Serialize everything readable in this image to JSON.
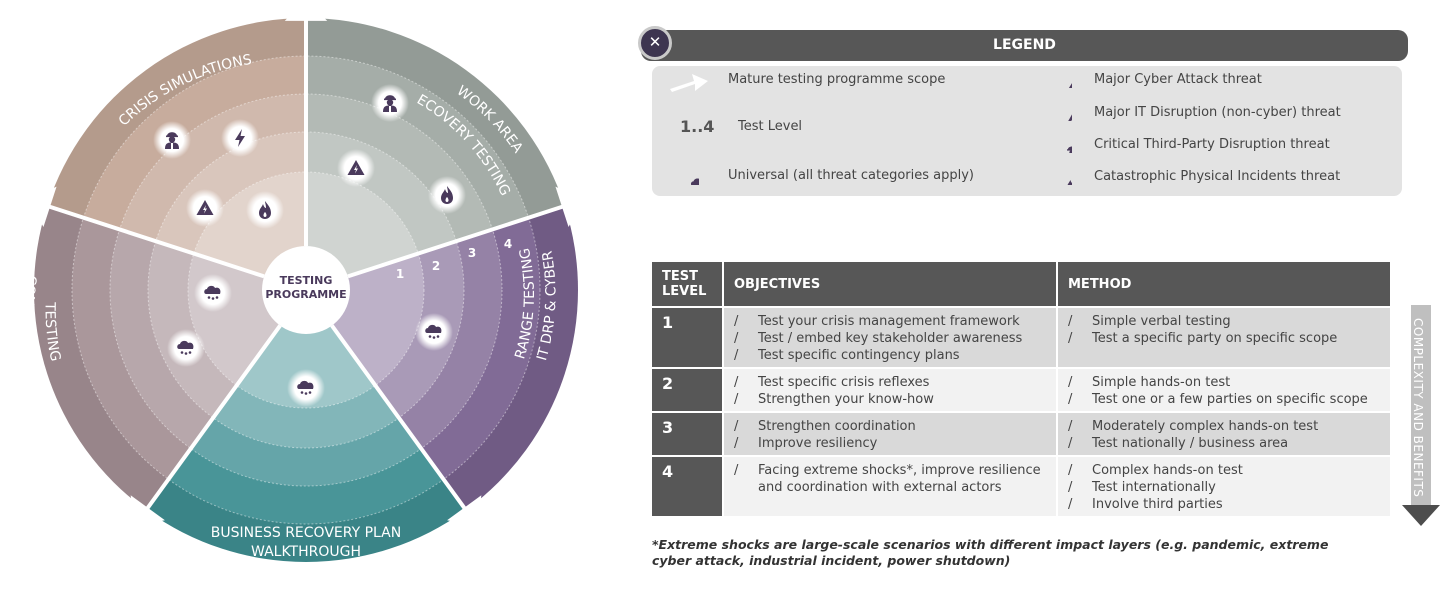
{
  "wheel": {
    "center": [
      "TESTING",
      "PROGRAMME"
    ],
    "segments": {
      "crisis": "CRISIS SIMULATIONS",
      "work_area": [
        "WORK AREA",
        "RECOVERY TESTING"
      ],
      "it_drp": [
        "IT DRP & CYBER",
        "RANGE TESTING"
      ],
      "business": [
        "BUSINESS RECOVERY PLAN",
        "WALKTHROUGH"
      ],
      "comms": [
        "COMMS CASCADE",
        "TESTING"
      ]
    },
    "levels": [
      "1",
      "2",
      "3",
      "4"
    ],
    "colors": {
      "crisis": "#c4a898",
      "work_area": "#a0a9a3",
      "it_drp": "#7a6390",
      "business": "#3f8f93",
      "comms": "#a59196",
      "icon": "#4a3a5c"
    }
  },
  "legend": {
    "title": "LEGEND",
    "badge_icon": "close-circle-icon",
    "scope": "Mature testing programme scope",
    "level_glyph": "1..4",
    "level": "Test Level",
    "universal": "Universal (all threat categories apply)",
    "cyber": "Major Cyber Attack threat",
    "it_disruption": "Major IT Disruption (non-cyber) threat",
    "third_party": "Critical Third-Party Disruption threat",
    "physical": "Catastrophic Physical Incidents threat"
  },
  "table": {
    "headers": [
      "TEST LEVEL",
      "OBJECTIVES",
      "METHOD"
    ],
    "rows": [
      {
        "level": "1",
        "objectives": [
          "Test your crisis management framework",
          "Test / embed key stakeholder awareness",
          "Test specific contingency plans"
        ],
        "methods": [
          "Simple verbal testing",
          "Test a specific party on specific scope"
        ]
      },
      {
        "level": "2",
        "objectives": [
          "Test specific crisis reflexes",
          "Strengthen your know-how"
        ],
        "methods": [
          "Simple hands-on test",
          "Test one or a few parties on specific scope"
        ]
      },
      {
        "level": "3",
        "objectives": [
          "Strengthen coordination",
          "Improve resiliency"
        ],
        "methods": [
          "Moderately complex hands-on test",
          "Test nationally / business area"
        ]
      },
      {
        "level": "4",
        "objectives": [
          "Facing extreme shocks*, improve resilience and coordination with external actors"
        ],
        "methods": [
          "Complex hands-on test",
          "Test internationally",
          "Involve third parties"
        ]
      }
    ]
  },
  "complexity_label": "COMPLEXITY AND BENEFITS",
  "footnote": "*Extreme shocks are large-scale scenarios with different impact layers (e.g. pandemic, extreme cyber attack, industrial incident, power shutdown)"
}
